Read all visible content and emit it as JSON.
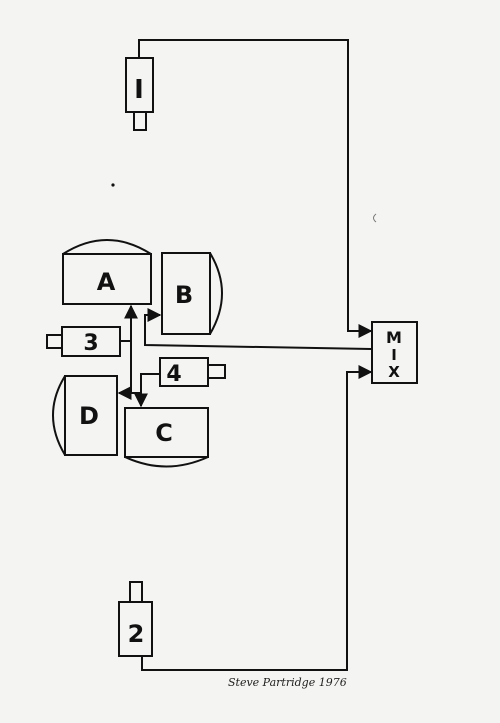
{
  "diagram": {
    "cameras": {
      "cam1": "I",
      "cam2": "2",
      "cam3": "3",
      "cam4": "4"
    },
    "monitors": {
      "a": "A",
      "b": "B",
      "c": "C",
      "d": "D"
    },
    "mixer": {
      "line1": "M",
      "line2": "I",
      "line3": "X"
    },
    "signature": "Steve Partridge 1976"
  },
  "colors": {
    "ink": "#111111",
    "paper": "#f4f4f2"
  }
}
